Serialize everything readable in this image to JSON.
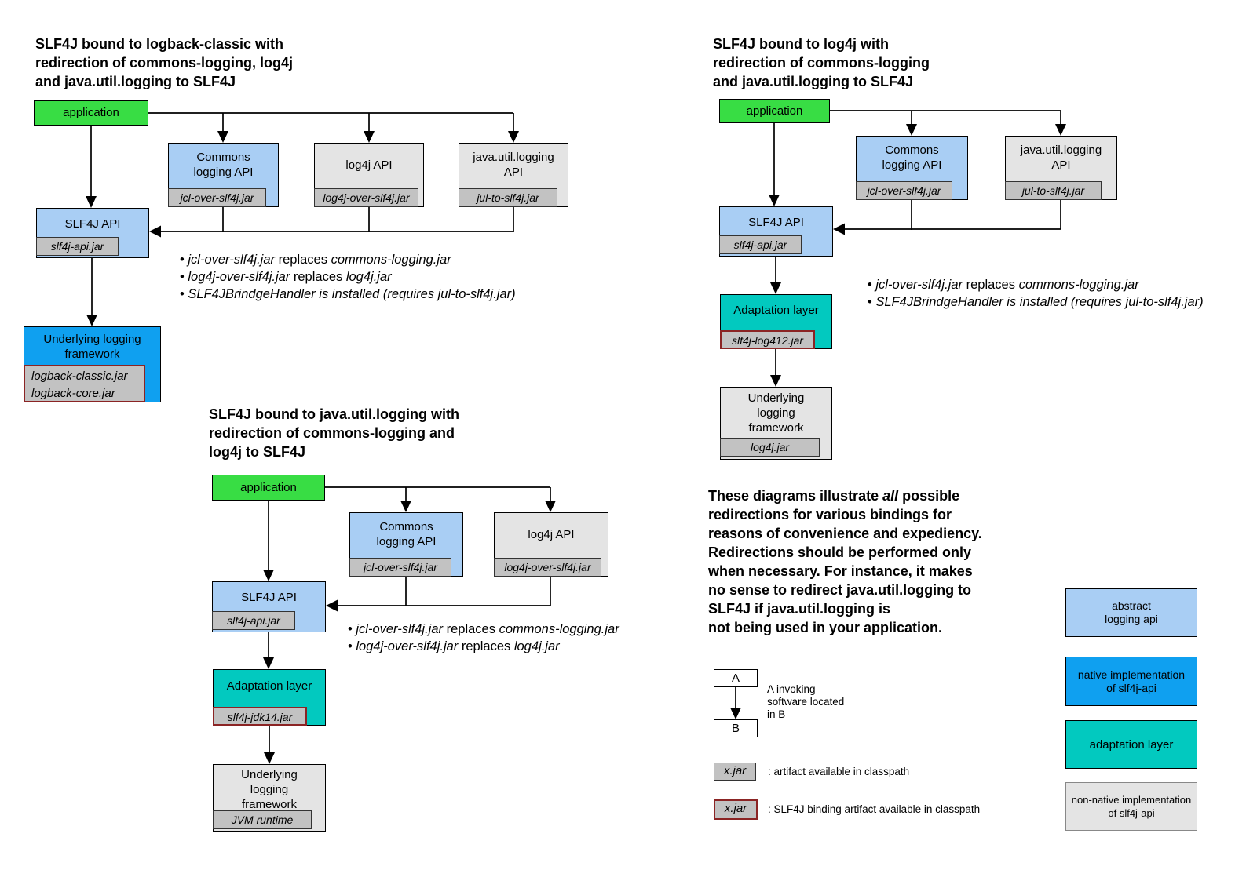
{
  "colors": {
    "application_green": "#38dd44",
    "abstract_api_light_blue": "#a9cef4",
    "native_impl_blue": "#0fa0f0",
    "adaptation_teal": "#02c9bf",
    "non_native_gray": "#e4e4e4",
    "jar_gray": "#c2c2c2",
    "binding_border_red": "#8b2424"
  },
  "diagram1": {
    "title": "SLF4J bound to logback-classic with\nredirection of commons-logging, log4j\nand java.util.logging to SLF4J",
    "application": "application",
    "commons": {
      "title": "Commons\nlogging API",
      "jar": "jcl-over-slf4j.jar"
    },
    "log4j": {
      "title": "log4j API",
      "jar": "log4j-over-slf4j.jar"
    },
    "jul": {
      "title": "java.util.logging\nAPI",
      "jar": "jul-to-slf4j.jar"
    },
    "slf4j": {
      "title": "SLF4J API",
      "jar": "slf4j-api.jar"
    },
    "framework": {
      "title": "Underlying logging\nframework",
      "jar": "logback-classic.jar\nlogback-core.jar"
    },
    "bullets": [
      [
        {
          "t": "jcl-over-slf4j.jar",
          "i": true
        },
        {
          "t": " replaces "
        },
        {
          "t": "commons-logging.jar",
          "i": true
        }
      ],
      [
        {
          "t": "log4j-over-slf4j.jar",
          "i": true
        },
        {
          "t": " replaces "
        },
        {
          "t": "log4j.jar",
          "i": true
        }
      ],
      [
        {
          "t": "SLF4JBrindgeHandler is installed (requires jul-to-slf4j.jar)",
          "i": true
        }
      ]
    ]
  },
  "diagram2": {
    "title": "SLF4J bound to log4j with\nredirection of commons-logging\nand java.util.logging to SLF4J",
    "application": "application",
    "commons": {
      "title": "Commons\nlogging API",
      "jar": "jcl-over-slf4j.jar"
    },
    "jul": {
      "title": "java.util.logging\nAPI",
      "jar": "jul-to-slf4j.jar"
    },
    "slf4j": {
      "title": "SLF4J API",
      "jar": "slf4j-api.jar"
    },
    "adaptation": {
      "title": "Adaptation layer",
      "jar": "slf4j-log412.jar"
    },
    "framework": {
      "title": "Underlying\nlogging\nframework",
      "jar": "log4j.jar"
    },
    "bullets": [
      [
        {
          "t": "jcl-over-slf4j.jar",
          "i": true
        },
        {
          "t": " replaces "
        },
        {
          "t": "commons-logging.jar",
          "i": true
        }
      ],
      [
        {
          "t": "SLF4JBrindgeHandler is installed (requires jul-to-slf4j.jar)",
          "i": true
        }
      ]
    ]
  },
  "diagram3": {
    "title": "SLF4J bound to java.util.logging with\nredirection of commons-logging and\nlog4j to SLF4J",
    "application": "application",
    "commons": {
      "title": "Commons\nlogging API",
      "jar": "jcl-over-slf4j.jar"
    },
    "log4j": {
      "title": "log4j API",
      "jar": "log4j-over-slf4j.jar"
    },
    "slf4j": {
      "title": "SLF4J API",
      "jar": "slf4j-api.jar"
    },
    "adaptation": {
      "title": "Adaptation layer",
      "jar": "slf4j-jdk14.jar"
    },
    "framework": {
      "title": "Underlying\nlogging\nframework",
      "jar": "JVM runtime"
    },
    "bullets": [
      [
        {
          "t": "jcl-over-slf4j.jar",
          "i": true
        },
        {
          "t": " replaces "
        },
        {
          "t": "commons-logging.jar",
          "i": true
        }
      ],
      [
        {
          "t": "log4j-over-slf4j.jar",
          "i": true
        },
        {
          "t": " replaces "
        },
        {
          "t": "log4j.jar",
          "i": true
        }
      ]
    ]
  },
  "note": {
    "lines": [
      [
        {
          "t": "These diagrams illustrate "
        },
        {
          "t": "all",
          "i": true
        },
        {
          "t": " possible"
        }
      ],
      [
        {
          "t": "redirections for various bindings for"
        }
      ],
      [
        {
          "t": "reasons of convenience and expediency."
        }
      ],
      [
        {
          "t": "Redirections should be performed only"
        }
      ],
      [
        {
          "t": "when necessary. For instance, it makes"
        }
      ],
      [
        {
          "t": "no sense to redirect java.util.logging to"
        }
      ],
      [
        {
          "t": "SLF4J if java.util.logging is"
        }
      ],
      [
        {
          "t": "not being used in your application."
        }
      ]
    ]
  },
  "legend": {
    "a_label": "A",
    "b_label": "B",
    "ab_text": "A invoking\nsoftware located\nin B",
    "jar_label": "x.jar",
    "artifact_text": ": artifact available in classpath",
    "binding_text": ": SLF4J binding artifact available in classpath",
    "swatches": [
      {
        "label": "abstract\nlogging api",
        "color": "#a9cef4"
      },
      {
        "label": "native implementation\nof slf4j-api",
        "color": "#0fa0f0"
      },
      {
        "label": "adaptation layer",
        "color": "#02c9bf"
      },
      {
        "label": "non-native implementation\nof slf4j-api",
        "color": "#e4e4e4"
      }
    ]
  }
}
